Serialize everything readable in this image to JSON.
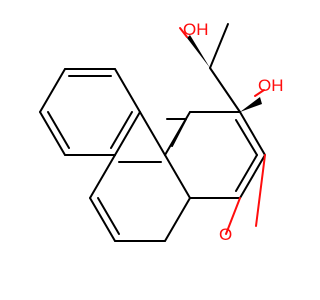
{
  "molecule": {
    "atoms": {
      "hydroxyl_top": "OH",
      "hydroxyl_right": "OH",
      "epoxide_oxygen": "O"
    },
    "colors": {
      "bond": "#000000",
      "heteroatom": "#ff0d0d",
      "background": "#ffffff"
    }
  }
}
